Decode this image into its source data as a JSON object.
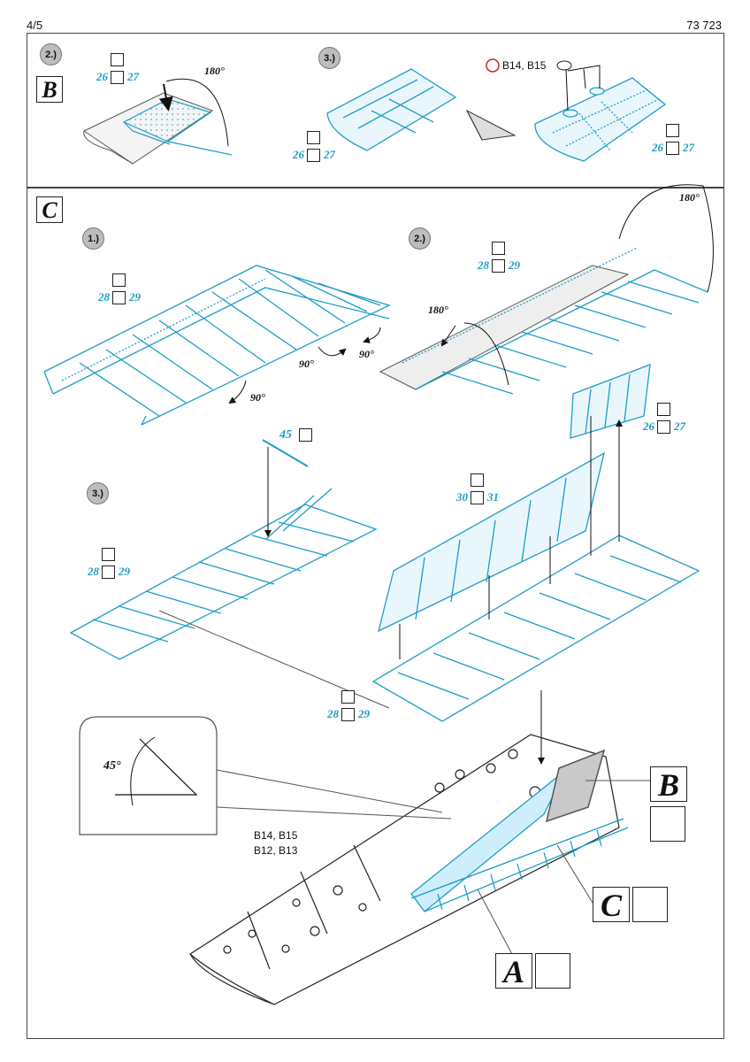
{
  "header": {
    "page": "4/5",
    "code": "73 723"
  },
  "section_b": {
    "letter": "B",
    "steps": [
      "2.)",
      "3.)"
    ],
    "angle": "180°",
    "refs": {
      "a": "26",
      "b": "27"
    },
    "parts_note": "B14, B15"
  },
  "section_c": {
    "letter": "C",
    "steps": [
      "1.)",
      "2.)",
      "3.)"
    ],
    "angles": {
      "a180_top": "180°",
      "a180_mid": "180°",
      "a90_1": "90°",
      "a90_2": "90°",
      "a90_3": "90°",
      "a45": "45°"
    },
    "refs": {
      "r1": {
        "a": "28",
        "b": "29"
      },
      "r2": {
        "a": "28",
        "b": "29"
      },
      "r3": {
        "a": "26",
        "b": "27"
      },
      "r4": {
        "a": "30",
        "b": "31"
      },
      "r5": {
        "a": "28",
        "b": "29"
      },
      "r6": {
        "a": "28",
        "b": "29"
      },
      "single": "45"
    },
    "parts_labels": [
      "B14, B15",
      "B12, B13"
    ],
    "callouts": [
      "B",
      "C",
      "A"
    ]
  },
  "colors": {
    "etch": "#1e9cc9",
    "etch_fill": "#cfeefb",
    "frame": "#444444",
    "ink": "#111111"
  }
}
